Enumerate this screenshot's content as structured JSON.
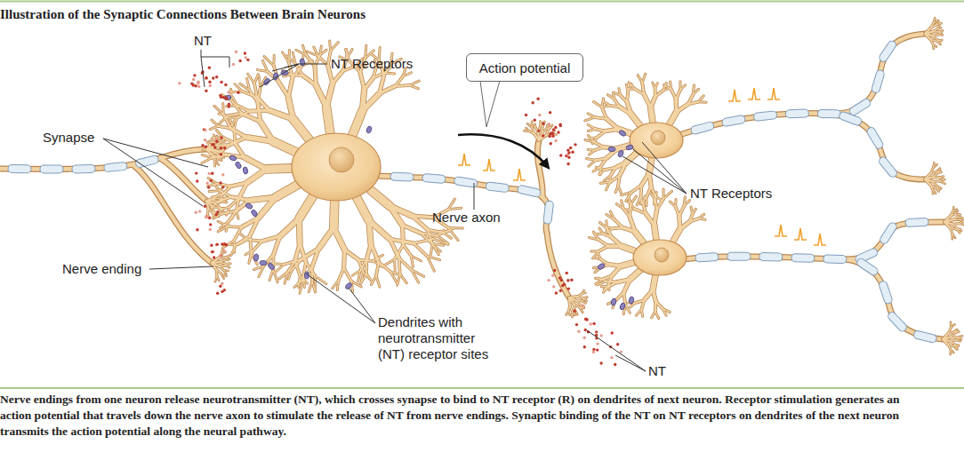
{
  "diagram": {
    "title": "Illustration of the Synaptic Connections Between Brain Neurons",
    "caption": "Nerve endings from one neuron release neurotransmitter (NT), which crosses synapse to bind to NT receptor (R) on dendrites of next neuron. Receptor stimulation generates an action potential that travels down the nerve axon to stimulate the release of NT from nerve endings. Synaptic binding of the NT on NT receptors on dendrites of the next neuron transmits the action potential along the neural pathway.",
    "nodes": [
      {
        "text": [
          "Action potential"
        ]
      }
    ],
    "labels": [
      "NT",
      "NT Receptors",
      "Synapse",
      "Nerve axon",
      "NT Receptors",
      "Nerve ending",
      "Dendrites with neurotransmitter (NT) receptor sites",
      "NT"
    ]
  }
}
